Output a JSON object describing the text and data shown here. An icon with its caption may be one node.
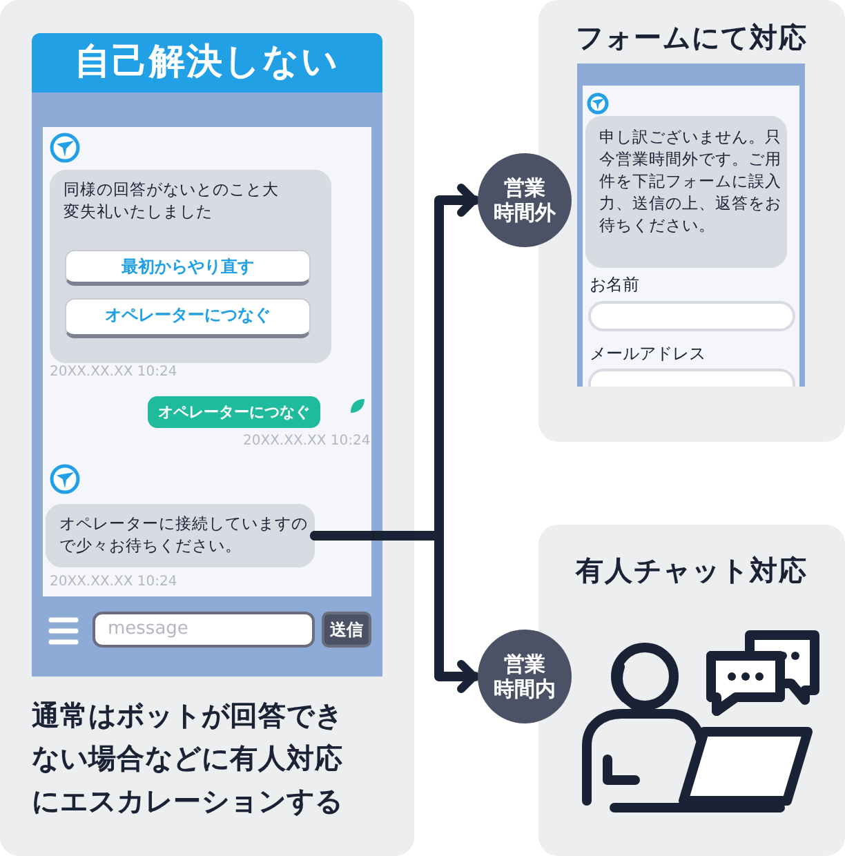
{
  "diagram": {
    "nodes": [
      {
        "text": [
          "自己解決しない",
          "通常はボットが回答できない場合などに有人対応にエスカレーションする"
        ]
      },
      {
        "text": [
          "同様の回答がないとのこと大変失礼いたしました"
        ],
        "in": 0
      },
      {
        "text": [
          "最初からやり直す"
        ],
        "in": 1
      },
      {
        "text": [
          "オペレーターにつなぐ"
        ],
        "in": 1
      },
      {
        "text": [
          "オペレーターにつなぐ"
        ],
        "in": 0
      },
      {
        "text": [
          "オペレーターに接続していますので少々お待ちください。"
        ],
        "in": 0
      },
      {
        "text": [
          "営業時間外"
        ]
      },
      {
        "text": [
          "営業時間内"
        ]
      },
      {
        "text": [
          "フォームにて対応"
        ]
      },
      {
        "text": [
          "申し訳ございません。只今営業時間外です。ご用件を下記フォームに誤入力、送信の上、返答をお待ちください。"
        ],
        "in": 8
      },
      {
        "text": [
          "有人チャット対応"
        ]
      }
    ],
    "edges": [
      {
        "from": 5,
        "to": 6,
        "arrow": "to"
      },
      {
        "from": 5,
        "to": 7,
        "arrow": "to"
      }
    ],
    "labels": [
      "20XX.XX.XX 10:24",
      "20XX.XX.XX 10:24",
      "20XX.XX.XX 10:24",
      "お名前",
      "メールアドレス",
      "message",
      "送信"
    ]
  }
}
